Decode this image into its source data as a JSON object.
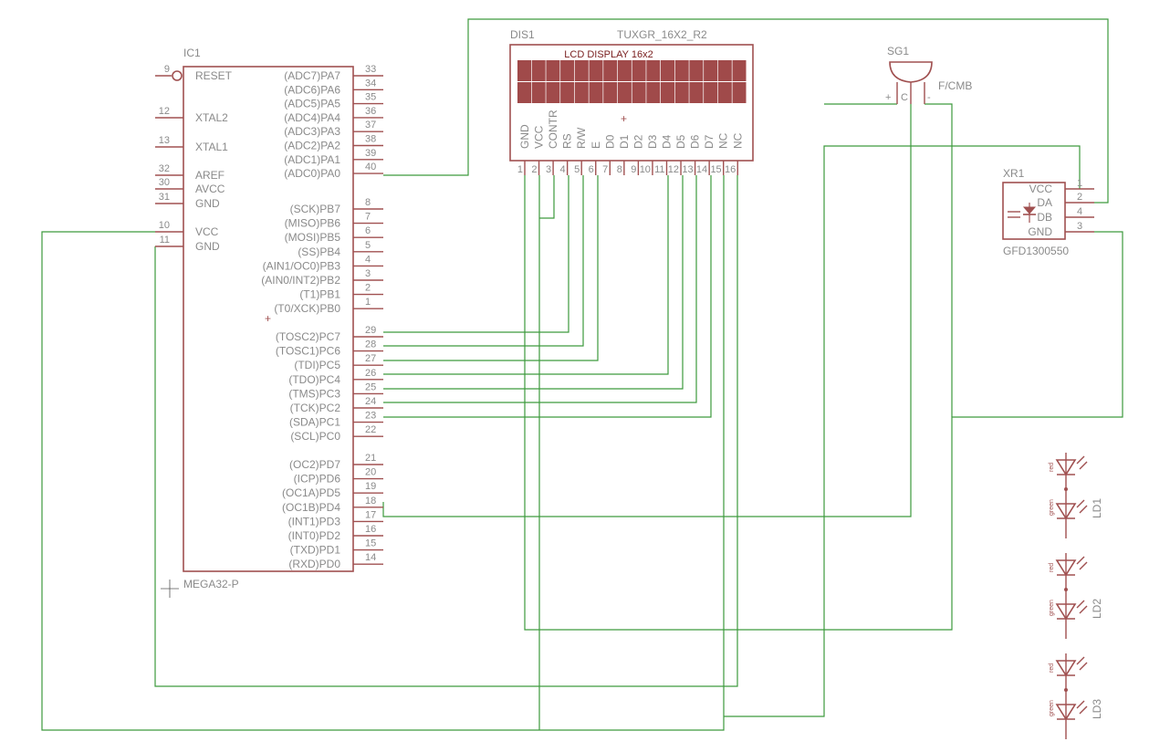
{
  "colors": {
    "symbol": "#a05050",
    "wire": "#3d9a3d",
    "label": "#8a8a8a",
    "lcd_fill": "#a04a4a"
  },
  "ic1": {
    "name": "IC1",
    "value": "MEGA32-P",
    "left_pins": [
      {
        "num": "9",
        "name": "RESET"
      },
      {
        "num": "12",
        "name": "XTAL2"
      },
      {
        "num": "13",
        "name": "XTAL1"
      },
      {
        "num": "32",
        "name": "AREF"
      },
      {
        "num": "30",
        "name": "AVCC"
      },
      {
        "num": "31",
        "name": "GND"
      },
      {
        "num": "10",
        "name": "VCC"
      },
      {
        "num": "11",
        "name": "GND"
      }
    ],
    "right_pins": [
      {
        "num": "33",
        "name": "(ADC7)PA7"
      },
      {
        "num": "34",
        "name": "(ADC6)PA6"
      },
      {
        "num": "35",
        "name": "(ADC5)PA5"
      },
      {
        "num": "36",
        "name": "(ADC4)PA4"
      },
      {
        "num": "37",
        "name": "(ADC3)PA3"
      },
      {
        "num": "38",
        "name": "(ADC2)PA2"
      },
      {
        "num": "39",
        "name": "(ADC1)PA1"
      },
      {
        "num": "40",
        "name": "(ADC0)PA0"
      },
      {
        "num": "8",
        "name": "(SCK)PB7"
      },
      {
        "num": "7",
        "name": "(MISO)PB6"
      },
      {
        "num": "6",
        "name": "(MOSI)PB5"
      },
      {
        "num": "5",
        "name": "(SS)PB4"
      },
      {
        "num": "4",
        "name": "(AIN1/OC0)PB3"
      },
      {
        "num": "3",
        "name": "(AIN0/INT2)PB2"
      },
      {
        "num": "2",
        "name": "(T1)PB1"
      },
      {
        "num": "1",
        "name": "(T0/XCK)PB0"
      },
      {
        "num": "29",
        "name": "(TOSC2)PC7"
      },
      {
        "num": "28",
        "name": "(TOSC1)PC6"
      },
      {
        "num": "27",
        "name": "(TDI)PC5"
      },
      {
        "num": "26",
        "name": "(TDO)PC4"
      },
      {
        "num": "25",
        "name": "(TMS)PC3"
      },
      {
        "num": "24",
        "name": "(TCK)PC2"
      },
      {
        "num": "23",
        "name": "(SDA)PC1"
      },
      {
        "num": "22",
        "name": "(SCL)PC0"
      },
      {
        "num": "21",
        "name": "(OC2)PD7"
      },
      {
        "num": "20",
        "name": "(ICP)PD6"
      },
      {
        "num": "19",
        "name": "(OC1A)PD5"
      },
      {
        "num": "18",
        "name": "(OC1B)PD4"
      },
      {
        "num": "17",
        "name": "(INT1)PD3"
      },
      {
        "num": "16",
        "name": "(INT0)PD2"
      },
      {
        "num": "15",
        "name": "(TXD)PD1"
      },
      {
        "num": "14",
        "name": "(RXD)PD0"
      }
    ]
  },
  "dis1": {
    "name": "DIS1",
    "value": "TUXGR_16X2_R2",
    "display_label": "LCD DISPLAY 16x2",
    "pins": [
      {
        "num": "1",
        "name": "GND"
      },
      {
        "num": "2",
        "name": "VCC"
      },
      {
        "num": "3",
        "name": "CONTR"
      },
      {
        "num": "4",
        "name": "RS"
      },
      {
        "num": "5",
        "name": "R/W"
      },
      {
        "num": "6",
        "name": "E"
      },
      {
        "num": "7",
        "name": "D0"
      },
      {
        "num": "8",
        "name": "D1"
      },
      {
        "num": "9",
        "name": "D2"
      },
      {
        "num": "10",
        "name": "D3"
      },
      {
        "num": "11",
        "name": "D4"
      },
      {
        "num": "12",
        "name": "D5"
      },
      {
        "num": "13",
        "name": "D6"
      },
      {
        "num": "14",
        "name": "D7"
      },
      {
        "num": "15",
        "name": "NC"
      },
      {
        "num": "16",
        "name": "NC"
      }
    ]
  },
  "sg1": {
    "name": "SG1",
    "value": "F/CMB",
    "plus": "+",
    "c": "C",
    "minus": "-"
  },
  "xr1": {
    "name": "XR1",
    "value": "GFD1300550",
    "pins": [
      {
        "num": "1",
        "name": "VCC"
      },
      {
        "num": "2",
        "name": "DA"
      },
      {
        "num": "4",
        "name": "DB"
      },
      {
        "num": "3",
        "name": "GND"
      }
    ]
  },
  "leds": [
    {
      "name": "LD1",
      "top": "red",
      "bottom": "green"
    },
    {
      "name": "LD2",
      "top": "red",
      "bottom": "green"
    },
    {
      "name": "LD3",
      "top": "red",
      "bottom": "green"
    }
  ]
}
